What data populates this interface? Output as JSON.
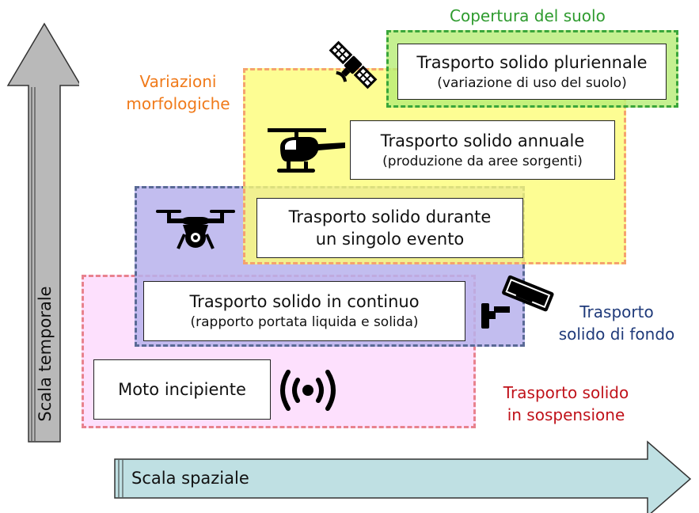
{
  "axes": {
    "vertical_label": "Scala temporale",
    "horizontal_label": "Scala spaziale"
  },
  "zones": {
    "morphology": {
      "label_line1": "Variazioni",
      "label_line2": "morfologiche",
      "color": "#f07a1a"
    },
    "land_cover": {
      "label": "Copertura del suolo",
      "color": "#2e9b2e"
    },
    "bedload": {
      "label_line1": "Trasporto",
      "label_line2": "solido di fondo",
      "color": "#1f3a7a"
    },
    "suspension": {
      "label_line1": "Trasporto solido",
      "label_line2": "in sospensione",
      "color": "#c0121a"
    }
  },
  "boxes": {
    "multiannual": {
      "line1": "Trasporto solido pluriennale",
      "line2": "(variazione di uso del suolo)"
    },
    "annual": {
      "line1": "Trasporto solido annuale",
      "line2": "(produzione da aree sorgenti)"
    },
    "event": {
      "line1": "Trasporto solido durante",
      "line2": "un singolo evento"
    },
    "continuous": {
      "line1": "Trasporto solido in continuo",
      "line2": "(rapporto portata liquida e solida)"
    },
    "incipient": {
      "line1": "Moto incipiente"
    }
  },
  "icons": [
    "satellite-icon",
    "helicopter-icon",
    "drone-icon",
    "camera-icon",
    "sensor-signal-icon"
  ]
}
